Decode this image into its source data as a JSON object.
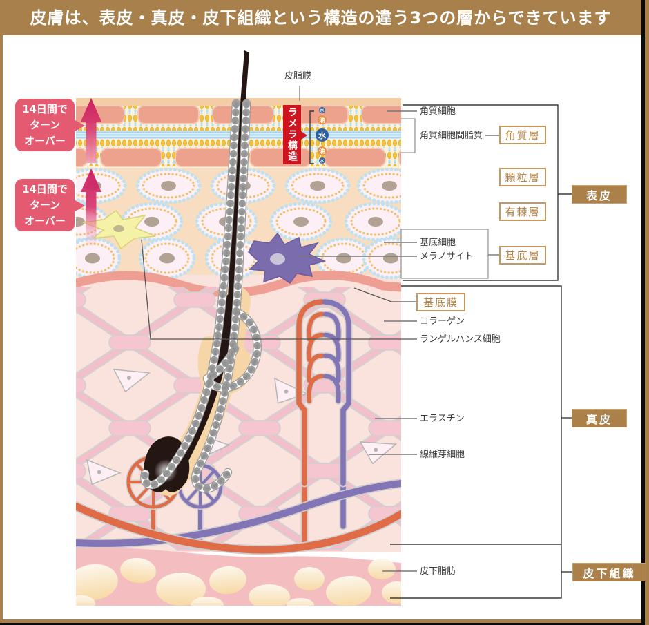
{
  "title": "皮膚は、表皮・真皮・皮下組織という構造の違う3つの層からできています",
  "turnover_bubbles": [
    {
      "line1": "14日間で",
      "line2": "ターン",
      "line3": "オーバー"
    },
    {
      "line1": "14日間で",
      "line2": "ターン",
      "line3": "オーバー"
    }
  ],
  "diagram_labels": {
    "sebum_film": "皮脂膜",
    "lamella_structure": "ラメラ構造",
    "water": "水",
    "oil": "油",
    "corneocyte": "角質細胞",
    "intercellular_lipid": "角質細胞間脂質",
    "basal_cell": "基底細胞",
    "melanocyte": "メラノサイト",
    "basement_membrane": "基底膜",
    "collagen": "コラーゲン",
    "langerhans_cell": "ランゲルハンス細胞",
    "elastin": "エラスチン",
    "fibroblast": "線維芽細胞",
    "subcutaneous_fat": "皮下脂肪"
  },
  "layer_boxes": {
    "stratum_corneum": "角質層",
    "granular": "顆粒層",
    "spinous": "有棘層",
    "basal": "基底層"
  },
  "main_layers": {
    "epidermis": "表皮",
    "dermis": "真皮",
    "subcutaneous": "皮下組織"
  },
  "colors": {
    "accent_brown": "#a8804c",
    "tan_box_border": "#c49a62",
    "red_label": "#cf1420",
    "bubble_pink": "#e45a70",
    "arrow_crimson": "#c8145a",
    "vessel_orange": "#e06b47",
    "vessel_purple": "#8374b6"
  }
}
